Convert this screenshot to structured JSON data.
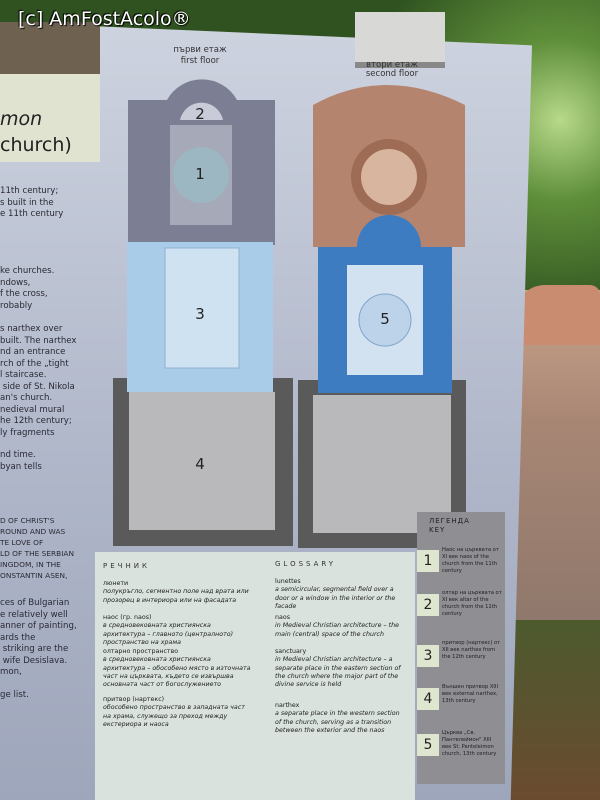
{
  "watermark": "[c] AmFostAcolo®",
  "title": {
    "line1": "mon",
    "line2": "church)"
  },
  "body_paragraphs": [
    "11th century;\ns built in the\ne 11th century",
    "ke churches.\nndows,\nf the cross,\nrobably",
    "s narthex over\nbuilt. The narthex\nnd an entrance\nrch of the „tight\nl staircase.\n side of St. Nikola\nan's church.\nnedieval mural\nhe 12th century;\nly fragments",
    "nd time.\nbyan tells",
    "D OF CHRIST'S\nROUND AND WAS\nTE LOVE OF\nLD OF THE SERBIAN\nINGDOM, IN THE\nONSTANTIN ASEN,",
    "ces of Bulgarian\ne relatively well\nanner of painting,\nards the\n striking are the\n wife Desislava.\nmon,",
    "ge list."
  ],
  "floors": {
    "first": {
      "bg": "първи етаж",
      "en": "first floor"
    },
    "second": {
      "bg": "втори етаж",
      "en": "second floor"
    }
  },
  "plan_numbers": [
    "1",
    "2",
    "3",
    "4",
    "5"
  ],
  "colors": {
    "plan_grey": "#7c7f93",
    "plan_lightblue": "#a9cde8",
    "plan_brown": "#b5846e",
    "plan_blue": "#3d7cc0",
    "plan_dark": "#5a5a5a"
  },
  "glossary": {
    "bg_heading": "РЕЧНИК",
    "en_heading": "GLOSSARY",
    "bg_terms": [
      {
        "term": "люнети",
        "def": "полукръгло, сегментно поле над врата или прозорец в интериора или на фасадата"
      },
      {
        "term": "наос (гр. naos)",
        "def": "в средновековната християнска архитектура – главното (централното) пространство на храма"
      },
      {
        "term": "олтарно пространство",
        "def": "в средновековната християнска архитектура – обособено място в източната част на църквата, където се извършва основната част от богослужението"
      },
      {
        "term": "притвор (нартекс)",
        "def": "обособено пространство в западната част на храма, служещо за преход между екстериора и наоса"
      }
    ],
    "en_terms": [
      {
        "term": "lunettes",
        "def": "a semicircular, segmental field over a door or a window in the interior or the facade"
      },
      {
        "term": "naos",
        "def": "in Medieval Christian architecture – the main (central) space of the church"
      },
      {
        "term": "sanctuary",
        "def": "in Medieval Christian architecture – a separate place in the eastern section of the church where the major part of the divine service is held"
      },
      {
        "term": "narthex",
        "def": "a separate place in the western section of the church, serving as a transition between the exterior and the naos"
      }
    ]
  },
  "key": {
    "heading_bg": "ЛЕГЕНДА",
    "heading_en": "KEY",
    "items": [
      {
        "num": "1",
        "text": "Наос на църквата от XI век naos of the church from the 11th century"
      },
      {
        "num": "2",
        "text": "олтар на църквата от XI век altar of the church from the 11th century"
      },
      {
        "num": "3",
        "text": "притвор (нартекс) от XII век narthex from the 12th century"
      },
      {
        "num": "4",
        "text": "Външен притвор XIII век external narthex, 13th century"
      },
      {
        "num": "5",
        "text": "Църква „Св. Пантелеймон\" XIII век St. Panteleimon church, 13th century"
      }
    ]
  }
}
